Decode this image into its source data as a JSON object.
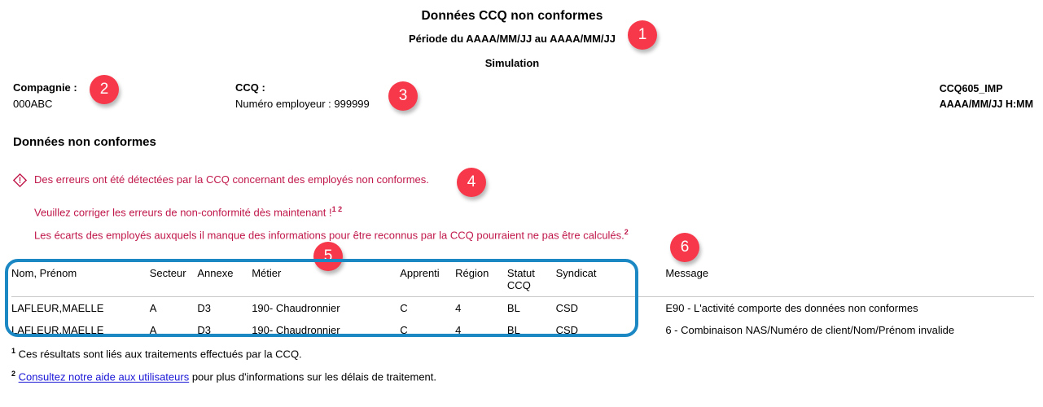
{
  "header": {
    "title": "Données CCQ non conformes",
    "period": "Période du AAAA/MM/JJ au AAAA/MM/JJ",
    "simulation": "Simulation"
  },
  "identification": {
    "company_label": "Compagnie :",
    "company_value": "000ABC",
    "ccq_label": "CCQ :",
    "ccq_value": "Numéro employeur : 999999"
  },
  "report_meta": {
    "report_id": "CCQ605_IMP",
    "timestamp": "AAAA/MM/JJ H:MM"
  },
  "section": {
    "heading": "Données non conformes"
  },
  "alert": {
    "icon": "warning-diamond-icon",
    "color": "#c0174a",
    "main_text": "Des erreurs ont été détectées par la CCQ concernant des employés non conformes.",
    "line_1": "Veuillez corriger les erreurs de non-conformité dès maintenant !",
    "line_1_footnotes": "1 2",
    "line_2": "Les écarts des employés auxquels il manque des informations pour être reconnus par la CCQ pourraient ne pas être calculés.",
    "line_2_footnotes": "2"
  },
  "table": {
    "columns": [
      "Nom, Prénom",
      "Secteur",
      "Annexe",
      "Métier",
      "Apprenti",
      "Région",
      "Statut CCQ",
      "Syndicat",
      "Message"
    ],
    "rows": [
      {
        "nom": "LAFLEUR,MAELLE",
        "secteur": "A",
        "annexe": "D3",
        "metier": "190- Chaudronnier",
        "apprenti": "C",
        "region": "4",
        "statut": "BL",
        "syndicat": "CSD",
        "message": "E90 - L'activité comporte des données non conformes"
      },
      {
        "nom": "LAFLEUR,MAELLE",
        "secteur": "A",
        "annexe": "D3",
        "metier": "190- Chaudronnier",
        "apprenti": "C",
        "region": "4",
        "statut": "BL",
        "syndicat": "CSD",
        "message": "6 - Combinaison NAS/Numéro de client/Nom/Prénom invalide"
      }
    ]
  },
  "footnotes": {
    "marker_1": "1",
    "text_1": "Ces résultats sont liés aux traitements effectués par la CCQ.",
    "marker_2": "2",
    "link_2": "Consultez notre aide aux utilisateurs",
    "text_2_after": " pour plus d'informations sur les délais de traitement."
  },
  "annotations": {
    "color": "#f7384a",
    "highlight_color": "#1b88c4",
    "badges": [
      {
        "number": "1"
      },
      {
        "number": "2"
      },
      {
        "number": "3"
      },
      {
        "number": "4"
      },
      {
        "number": "5"
      },
      {
        "number": "6"
      }
    ]
  }
}
